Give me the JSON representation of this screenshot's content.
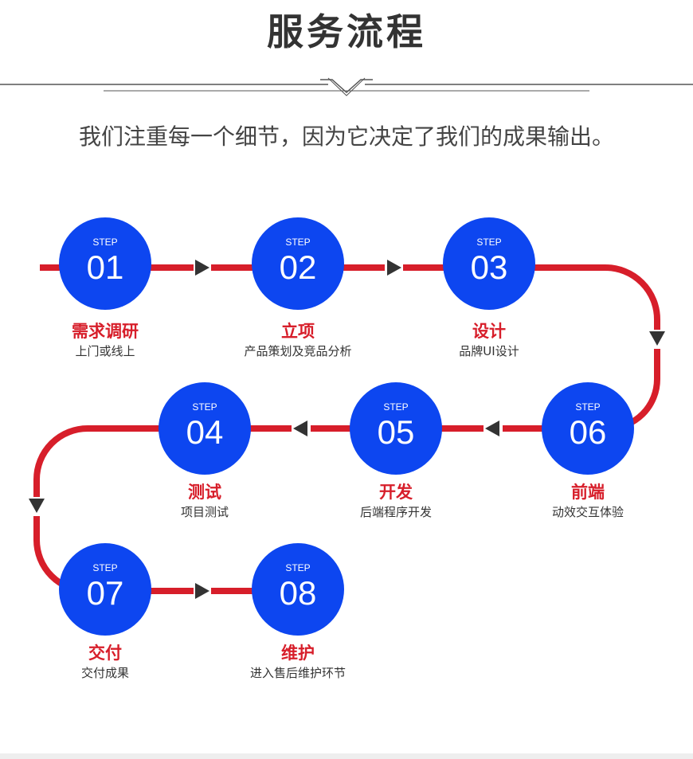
{
  "header": {
    "title": "服务流程",
    "subtitle": "我们注重每一个细节，因为它决定了我们的成果输出。"
  },
  "colors": {
    "accent_red": "#d71e2a",
    "circle_blue": "#0d46f0",
    "arrow": "#333333"
  },
  "steps": [
    {
      "label": "STEP",
      "number": "01",
      "name": "需求调研",
      "desc": "上门或线上"
    },
    {
      "label": "STEP",
      "number": "02",
      "name": "立项",
      "desc": "产品策划及竞品分析"
    },
    {
      "label": "STEP",
      "number": "03",
      "name": "设计",
      "desc": "品牌UI设计"
    },
    {
      "label": "STEP",
      "number": "04",
      "name": "测试",
      "desc": "项目测试"
    },
    {
      "label": "STEP",
      "number": "05",
      "name": "开发",
      "desc": "后端程序开发"
    },
    {
      "label": "STEP",
      "number": "06",
      "name": "前端",
      "desc": "动效交互体验"
    },
    {
      "label": "STEP",
      "number": "07",
      "name": "交付",
      "desc": "交付成果"
    },
    {
      "label": "STEP",
      "number": "08",
      "name": "维护",
      "desc": "进入售后维护环节"
    }
  ]
}
